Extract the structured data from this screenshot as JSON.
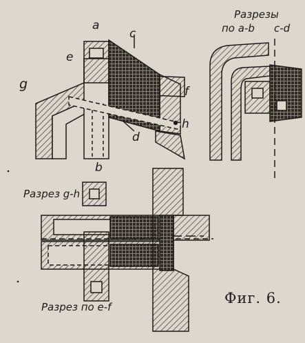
{
  "labels": {
    "a": "a",
    "b": "b",
    "c": "c",
    "d": "d",
    "e": "e",
    "f": "f",
    "g": "g",
    "h": "h"
  },
  "sections": {
    "ab_cd_line1": "Разрезы",
    "ab_cd_line2_a": "по a-b",
    "ab_cd_line2_b": "c-d",
    "gh": "Разрез g-h",
    "ef": "Разрез по e-f"
  },
  "caption": "Фиг. 6."
}
